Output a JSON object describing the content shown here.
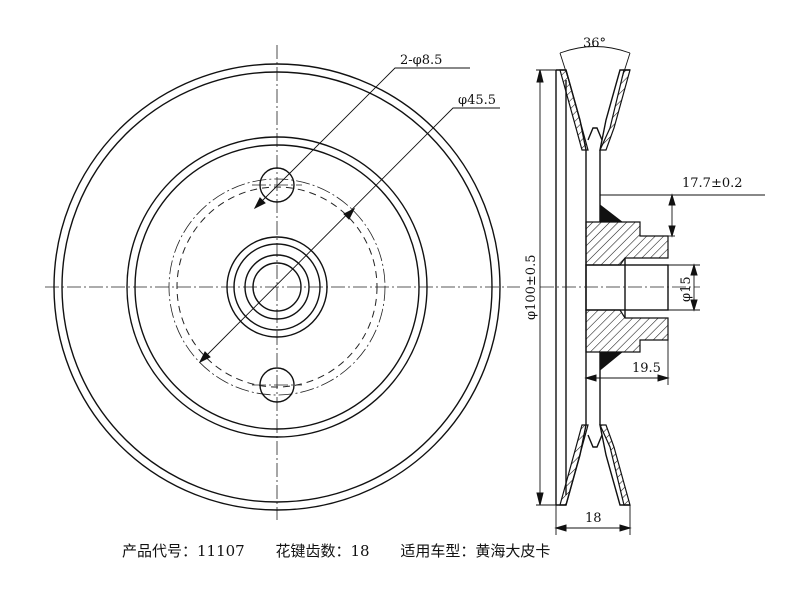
{
  "front_view": {
    "hole_callout": "2-φ8.5",
    "pcd_callout": "φ45.5"
  },
  "side_view": {
    "groove_angle": "36°",
    "offset_dim": "17.7±0.2",
    "outer_diameter": "φ100±0.5",
    "bore_diameter": "φ15",
    "hub_length": "19.5",
    "width": "18"
  },
  "caption": {
    "product_code": "产品代号：11107",
    "spline_teeth": "花键齿数：18",
    "application": "适用车型：黄海大皮卡"
  }
}
